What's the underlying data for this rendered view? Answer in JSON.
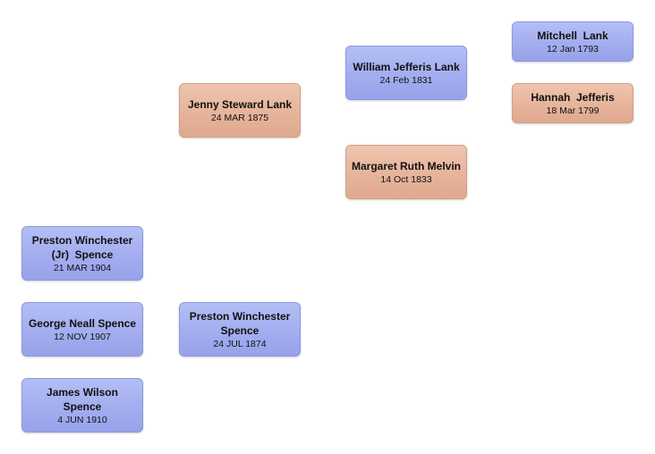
{
  "colors": {
    "male_box": "#a3adef",
    "female_box": "#e6b49b"
  },
  "people": {
    "mitchell_lank": {
      "name": "Mitchell  Lank",
      "date": "12 Jan 1793"
    },
    "hannah_jefferis": {
      "name": "Hannah  Jefferis",
      "date": "18 Mar 1799"
    },
    "william_lank": {
      "name": "William Jefferis Lank",
      "date": "24 Feb 1831"
    },
    "margaret_melvin": {
      "name": "Margaret Ruth Melvin",
      "date": "14 Oct 1833"
    },
    "jenny_lank": {
      "name": "Jenny Steward Lank",
      "date": "24 MAR 1875"
    },
    "preston_spence": {
      "name": "Preston Winchester Spence",
      "date": "24 JUL 1874"
    },
    "preston_jr": {
      "name": "Preston Winchester (Jr)  Spence",
      "date": "21 MAR 1904"
    },
    "george_spence": {
      "name": "George Neall Spence",
      "date": "12 NOV 1907"
    },
    "james_spence": {
      "name": "James Wilson Spence",
      "date": "4 JUN 1910"
    }
  }
}
